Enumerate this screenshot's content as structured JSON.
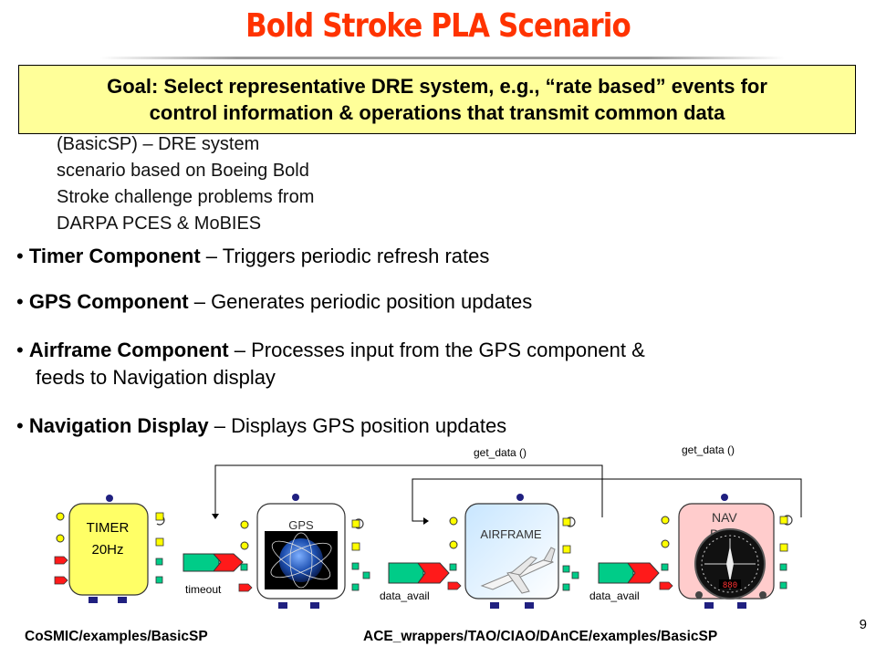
{
  "title": "Bold Stroke PLA Scenario",
  "goal": {
    "line1": "Goal: Select representative DRE system, e.g., “rate based” events for",
    "line2": "control information & operations that transmit common data"
  },
  "intro_lines": [
    "(BasicSP) – DRE system",
    "scenario based on Boeing Bold",
    "Stroke challenge problems from",
    "DARPA PCES & MoBIES"
  ],
  "bullets": [
    {
      "term": "Timer Component",
      "desc": " – Triggers periodic refresh rates"
    },
    {
      "term": "GPS Component",
      "desc": " – Generates periodic position updates"
    },
    {
      "term": "Airframe Component",
      "desc": " – Processes input from the GPS component &",
      "desc2": "feeds to Navigation display"
    },
    {
      "term": "Navigation Display",
      "desc": " – Displays GPS position updates"
    }
  ],
  "diagram": {
    "components": [
      {
        "name": "TIMER",
        "sub": "20Hz"
      },
      {
        "name": "GPS"
      },
      {
        "name": "AIRFRAME"
      },
      {
        "name": "NAV",
        "sub": "DISP"
      }
    ],
    "connection_labels": [
      "timeout",
      "data_avail",
      "data_avail"
    ],
    "feedback_labels": [
      "get_data ()",
      "get_data ()"
    ],
    "dial_readout": "880"
  },
  "footer": {
    "left": "CoSMIC/examples/BasicSP",
    "right": "ACE_wrappers/TAO/CIAO/DAnCE/examples/BasicSP",
    "page": "9"
  },
  "colors": {
    "title": "#ff3300",
    "goal_bg": "#ffff99",
    "timer_fill": "#ffff66",
    "port_yellow": "#ffff00",
    "port_red": "#ff1a1a",
    "port_green": "#00cc88",
    "receptacle_navy": "#202080"
  }
}
